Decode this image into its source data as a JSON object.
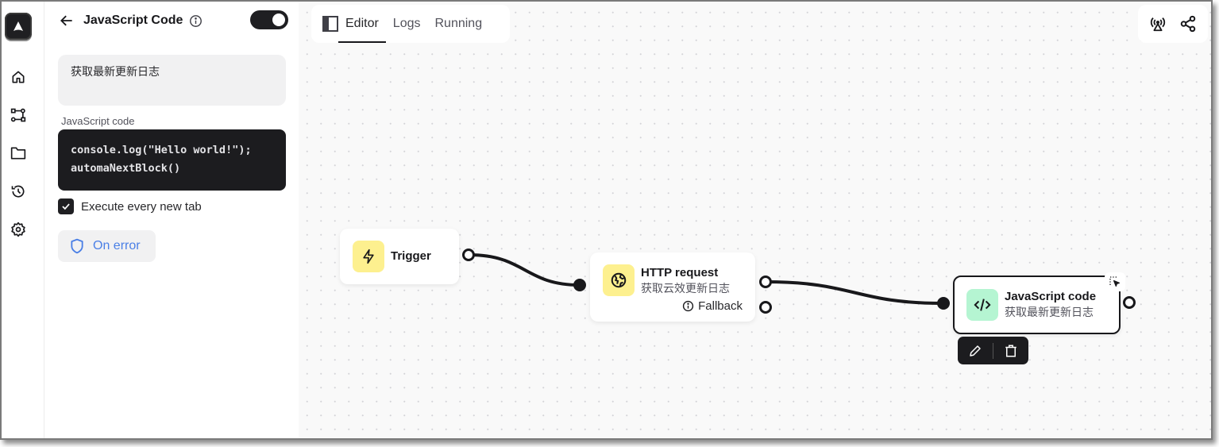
{
  "rail": {
    "items": [
      {
        "name": "home",
        "icon": "home-icon"
      },
      {
        "name": "workflows",
        "icon": "workflow-icon"
      },
      {
        "name": "storage",
        "icon": "folder-icon"
      },
      {
        "name": "logs",
        "icon": "history-icon"
      },
      {
        "name": "settings",
        "icon": "gear-icon"
      }
    ]
  },
  "panel": {
    "title": "JavaScript Code",
    "toggle_on": true,
    "description": "获取最新更新日志",
    "code_label": "JavaScript code",
    "code_lines": [
      "console.log(\"Hello world!\");",
      "automaNextBlock()"
    ],
    "execute_every_new_tab_label": "Execute every new tab",
    "execute_every_new_tab_checked": true,
    "on_error_label": "On error"
  },
  "header": {
    "tabs": [
      {
        "label": "Editor",
        "active": true
      },
      {
        "label": "Logs",
        "active": false
      },
      {
        "label": "Running",
        "active": false
      }
    ],
    "right_icons": [
      "broadcast-icon",
      "share-icon"
    ]
  },
  "nodes": {
    "trigger": {
      "title": "Trigger",
      "icon": "lightning-icon",
      "icon_bg": "#fdf08f"
    },
    "http": {
      "title": "HTTP request",
      "subtitle": "获取云效更新日志",
      "fallback_label": "Fallback",
      "icon": "globe-icon",
      "icon_bg": "#fdf08f"
    },
    "js": {
      "title": "JavaScript code",
      "subtitle": "获取最新更新日志",
      "icon": "code-icon",
      "icon_bg": "#b5f5d2",
      "selected": true
    }
  },
  "node_toolbar": {
    "actions": [
      "edit",
      "delete"
    ]
  },
  "colors": {
    "accent": "#4a7fe6",
    "dark": "#1c1c1f",
    "canvas": "#f9f9f9"
  }
}
